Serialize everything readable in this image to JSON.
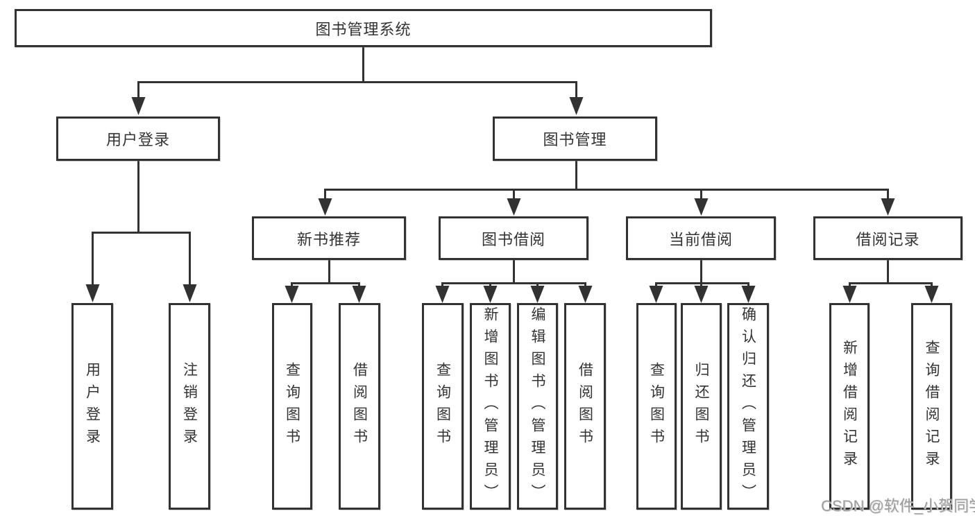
{
  "diagram": {
    "root": {
      "label": "图书管理系统"
    },
    "level2": [
      {
        "label": "用户登录"
      },
      {
        "label": "图书管理"
      }
    ],
    "level3": [
      {
        "label": "新书推荐"
      },
      {
        "label": "图书借阅"
      },
      {
        "label": "当前借阅"
      },
      {
        "label": "借阅记录"
      }
    ],
    "leaves": [
      {
        "label": "用户登录"
      },
      {
        "label": "注销登录"
      },
      {
        "label": "查询图书"
      },
      {
        "label": "借阅图书"
      },
      {
        "label": "查询图书"
      },
      {
        "label": "新增图书（管理员）"
      },
      {
        "label": "编辑图书（管理员）"
      },
      {
        "label": "借阅图书"
      },
      {
        "label": "查询图书"
      },
      {
        "label": "归还图书"
      },
      {
        "label": "确认归还（管理员）"
      },
      {
        "label": "新增借阅记录"
      },
      {
        "label": "查询借阅记录"
      }
    ]
  },
  "watermark": {
    "text": "CSDN @软件_小贺同学"
  },
  "colors": {
    "line": "#323232",
    "text": "#333333",
    "watermark": "#9e9e9e"
  }
}
